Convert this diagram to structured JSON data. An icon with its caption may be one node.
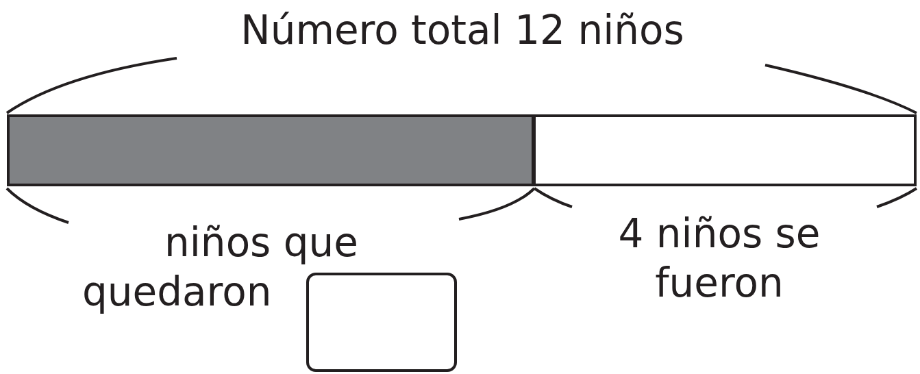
{
  "diagram": {
    "nodes": [
      {
        "text": [],
        "shape": "bar"
      },
      {
        "text": [],
        "shape": "bar"
      },
      {
        "text": [],
        "shape": "box"
      }
    ],
    "labels": [
      "Número total 12 niños",
      "niños que quedaron",
      "4 niños se fueron"
    ]
  }
}
